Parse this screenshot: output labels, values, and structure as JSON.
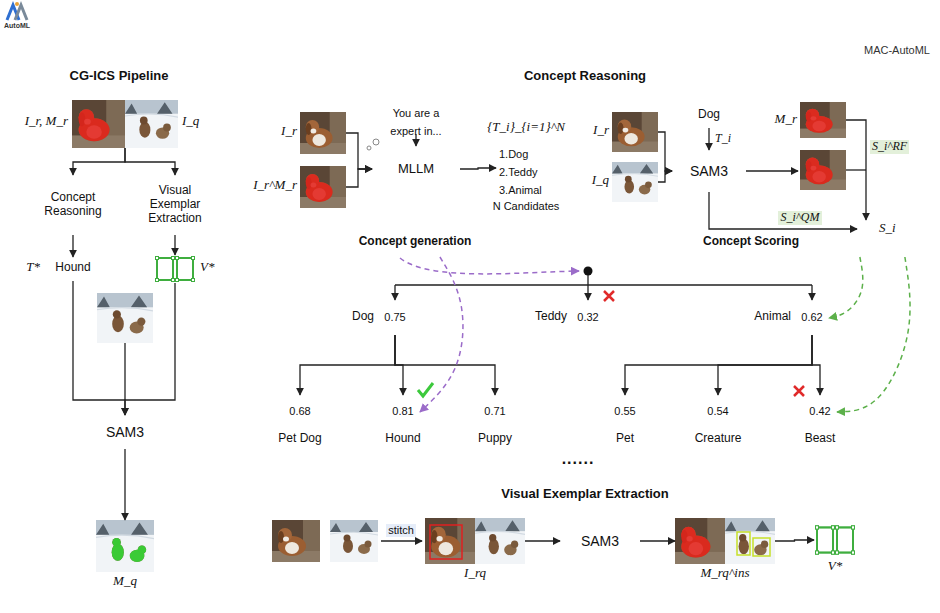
{
  "diagram": {
    "nodes": [
      {
        "text": [
          "CG-ICS Pipeline"
        ]
      },
      {
        "text": [
          "I_r, M_r",
          "I_q"
        ],
        "in": 0
      },
      {
        "text": [
          "Concept Reasoning"
        ],
        "in": 0
      },
      {
        "text": [
          "Visual Exemplar Extraction"
        ],
        "in": 0
      },
      {
        "text": [
          "T*",
          "Hound"
        ],
        "in": 0
      },
      {
        "text": [
          "V*"
        ],
        "in": 0
      },
      {
        "text": [
          "SAM3"
        ],
        "in": 0
      },
      {
        "text": [
          "M_q"
        ],
        "in": 0
      },
      {
        "text": [
          "Concept Reasoning"
        ]
      },
      {
        "text": [
          "Concept generation"
        ],
        "in": 8
      },
      {
        "text": [
          "I_r"
        ],
        "in": 9
      },
      {
        "text": [
          "I_r^M_r"
        ],
        "in": 9
      },
      {
        "text": [
          "You are a expert in..."
        ],
        "in": 9
      },
      {
        "text": [
          "MLLM"
        ],
        "in": 9
      },
      {
        "text": [
          "{T_i}_{i=1}^N",
          "1.Dog 2.Teddy 3.Animal",
          "N Candidates"
        ],
        "in": 9
      },
      {
        "text": [
          "Concept Scoring"
        ],
        "in": 8
      },
      {
        "text": [
          "I_r"
        ],
        "in": 15
      },
      {
        "text": [
          "I_q"
        ],
        "in": 15
      },
      {
        "text": [
          "Dog",
          "T_i"
        ],
        "in": 15
      },
      {
        "text": [
          "SAM3"
        ],
        "in": 15
      },
      {
        "text": [
          "M_r"
        ],
        "in": 15
      },
      {
        "text": [
          "S_i"
        ],
        "in": 15
      },
      {
        "text": [
          "Dog",
          "0.75"
        ],
        "in": 8
      },
      {
        "text": [
          "Teddy",
          "0.32"
        ],
        "in": 8
      },
      {
        "text": [
          "Animal",
          "0.62"
        ],
        "in": 8
      },
      {
        "text": [
          "0.68",
          "Pet Dog"
        ],
        "in": 8
      },
      {
        "text": [
          "0.81",
          "Hound"
        ],
        "in": 8
      },
      {
        "text": [
          "0.71",
          "Puppy"
        ],
        "in": 8
      },
      {
        "text": [
          "0.55",
          "Pet"
        ],
        "in": 8
      },
      {
        "text": [
          "0.54",
          "Creature"
        ],
        "in": 8
      },
      {
        "text": [
          "0.42",
          "Beast"
        ],
        "in": 8
      },
      {
        "text": [
          "Visual Exemplar Extraction"
        ]
      },
      {
        "text": [
          "I_rq"
        ],
        "in": 31
      },
      {
        "text": [
          "SAM3"
        ],
        "in": 31
      },
      {
        "text": [
          "M_rq^ins"
        ],
        "in": 31
      },
      {
        "text": [
          "V*"
        ],
        "in": 31
      }
    ],
    "edges": [
      {
        "from": 1,
        "to": 2,
        "arrow": "to"
      },
      {
        "from": 1,
        "to": 3,
        "arrow": "to"
      },
      {
        "from": 2,
        "to": 4,
        "arrow": "to"
      },
      {
        "from": 3,
        "to": 5,
        "arrow": "to"
      },
      {
        "from": 4,
        "to": 6,
        "arrow": "to"
      },
      {
        "from": 5,
        "to": 6,
        "arrow": "to"
      },
      {
        "from": 6,
        "to": 7,
        "arrow": "to"
      },
      {
        "from": 10,
        "to": 13,
        "arrow": "to"
      },
      {
        "from": 11,
        "to": 13,
        "arrow": "to"
      },
      {
        "from": 12,
        "to": 13,
        "arrow": "to"
      },
      {
        "from": 13,
        "to": 14,
        "arrow": "to"
      },
      {
        "from": 16,
        "to": 19,
        "arrow": "to"
      },
      {
        "from": 17,
        "to": 19,
        "arrow": "to"
      },
      {
        "from": 18,
        "to": 19,
        "arrow": "to"
      },
      {
        "from": 19,
        "to": 21,
        "label": "S_i^QM",
        "arrow": "to"
      },
      {
        "from": 20,
        "to": 21,
        "label": "S_i^RF",
        "arrow": "to"
      },
      {
        "from": 22,
        "to": 25,
        "arrow": "to"
      },
      {
        "from": 22,
        "to": 26,
        "arrow": "to"
      },
      {
        "from": 22,
        "to": 27,
        "arrow": "to"
      },
      {
        "from": 24,
        "to": 28,
        "arrow": "to"
      },
      {
        "from": 24,
        "to": 29,
        "arrow": "to"
      },
      {
        "from": 24,
        "to": 30,
        "arrow": "to"
      },
      {
        "from": 9,
        "to": 26,
        "arrow": "to"
      },
      {
        "from": 15,
        "to": 24,
        "arrow": "to"
      },
      {
        "from": 15,
        "to": 30,
        "arrow": "to"
      },
      {
        "from": 32,
        "to": 33,
        "arrow": "to"
      },
      {
        "from": 33,
        "to": 34,
        "arrow": "to"
      },
      {
        "from": 34,
        "to": 35,
        "arrow": "to"
      }
    ],
    "labels": [
      "AutoML",
      "MAC-AutoML",
      "......",
      "stitch"
    ]
  }
}
